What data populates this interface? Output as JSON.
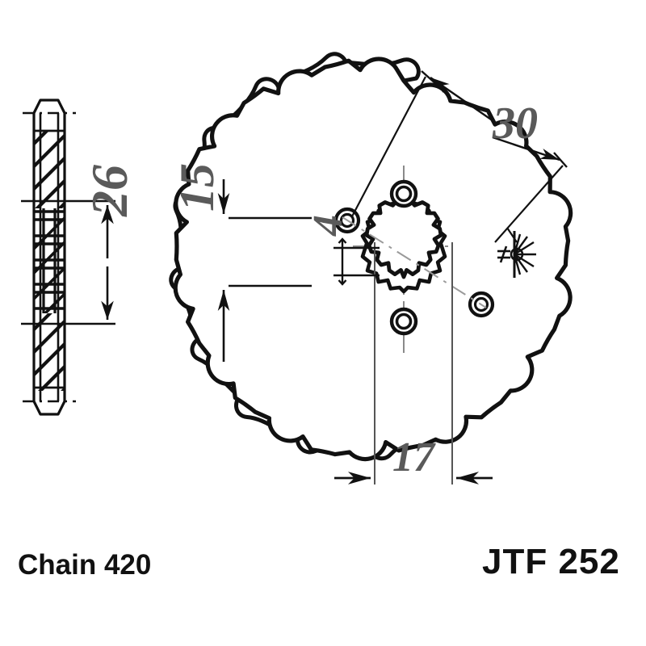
{
  "drawing": {
    "type": "engineering-drawing",
    "subject": "motorcycle front sprocket",
    "views": [
      {
        "name": "cross-section-side-view",
        "position": "left"
      },
      {
        "name": "front-face-view",
        "position": "right"
      }
    ],
    "teeth_count": 14,
    "spline_teeth_count": 10
  },
  "dimensions": {
    "thickness_26": "26",
    "height_15": "15",
    "width_4": "4",
    "diameter_30": "30",
    "width_17": "17"
  },
  "labels": {
    "chain": "Chain 420",
    "part_number": "JTF 252"
  },
  "colors": {
    "line": "#111111",
    "dimension_text": "#5a5a5a",
    "thin_line": "#333333",
    "centerline": "#8a8a8a",
    "background": "#ffffff"
  },
  "icons": {
    "surface_finish": "radial-burst-symbol",
    "arrow": "dimension-arrow"
  }
}
